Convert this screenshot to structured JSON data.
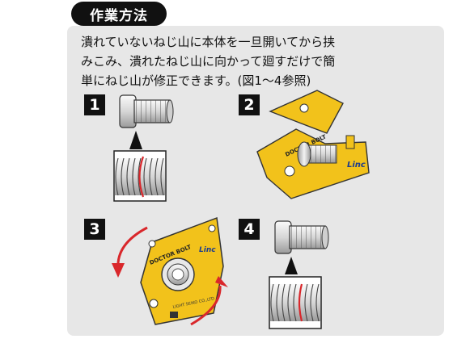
{
  "header": {
    "title": "作業方法"
  },
  "instructions": {
    "line1": "潰れていないねじ山に本体を一旦開いてから挟",
    "line2": "みこみ、潰れたねじ山に向かって廻すだけで簡",
    "line3": "単にねじ山が修正できます。(図1～4参照)"
  },
  "steps": [
    {
      "number": "1"
    },
    {
      "number": "2"
    },
    {
      "number": "3"
    },
    {
      "number": "4"
    }
  ],
  "tool": {
    "brand_text": "DOCTOR BOLT",
    "maker_logo": "Linc",
    "company_text": "LIGHT SEIKO CO.,LTD",
    "body_color": "#f2c21b",
    "arrow_color": "#d9272b",
    "thread_mark_color": "#d9272b"
  }
}
